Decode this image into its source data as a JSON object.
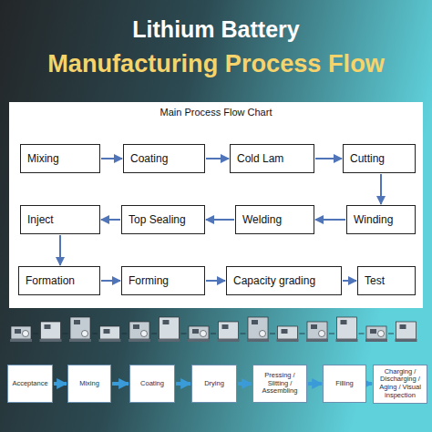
{
  "diagram": {
    "title": "Lithium Battery",
    "nodes": [
      {
        "text": [
          "Main Process Flow Chart"
        ]
      },
      {
        "text": [
          "Mixing"
        ],
        "in": 0
      },
      {
        "text": [
          "Coating"
        ],
        "in": 0
      },
      {
        "text": [
          "Cold Lam"
        ],
        "in": 0
      },
      {
        "text": [
          "Cutting"
        ],
        "in": 0
      },
      {
        "text": [
          "Inject"
        ],
        "in": 0
      },
      {
        "text": [
          "Top Sealing"
        ],
        "in": 0
      },
      {
        "text": [
          "Welding"
        ],
        "in": 0
      },
      {
        "text": [
          "Winding"
        ],
        "in": 0
      },
      {
        "text": [
          "Formation"
        ],
        "in": 0
      },
      {
        "text": [
          "Forming"
        ],
        "in": 0
      },
      {
        "text": [
          "Capacity grading"
        ],
        "in": 0
      },
      {
        "text": [
          "Test"
        ],
        "in": 0
      },
      {
        "text": [
          "Acceptance"
        ]
      },
      {
        "text": [
          "Mixing"
        ]
      },
      {
        "text": [
          "Coating"
        ]
      },
      {
        "text": [
          "Drying"
        ]
      },
      {
        "text": [
          "Pressing / Slitting / Assembling"
        ]
      },
      {
        "text": [
          "Filling"
        ]
      },
      {
        "text": [
          "Charging / Discharging / Aging / Visual inspection"
        ]
      }
    ],
    "edges": [
      {
        "from": 1,
        "to": 2,
        "arrow": "to"
      },
      {
        "from": 2,
        "to": 3,
        "arrow": "to"
      },
      {
        "from": 3,
        "to": 4,
        "arrow": "to"
      },
      {
        "from": 4,
        "to": 8,
        "arrow": "to"
      },
      {
        "from": 8,
        "to": 7,
        "arrow": "to"
      },
      {
        "from": 7,
        "to": 6,
        "arrow": "to"
      },
      {
        "from": 6,
        "to": 5,
        "arrow": "to"
      },
      {
        "from": 5,
        "to": 9,
        "arrow": "to"
      },
      {
        "from": 9,
        "to": 10,
        "arrow": "to"
      },
      {
        "from": 10,
        "to": 11,
        "arrow": "to"
      },
      {
        "from": 11,
        "to": 12,
        "arrow": "to"
      },
      {
        "from": 13,
        "to": 14,
        "arrow": "to"
      },
      {
        "from": 14,
        "to": 15,
        "arrow": "to"
      },
      {
        "from": 15,
        "to": 16,
        "arrow": "to"
      },
      {
        "from": 16,
        "to": 17,
        "arrow": "to"
      },
      {
        "from": 17,
        "to": 18,
        "arrow": "to"
      },
      {
        "from": 18,
        "to": 19,
        "arrow": "to"
      }
    ],
    "labels": [
      "Manufacturing Process Flow"
    ]
  }
}
